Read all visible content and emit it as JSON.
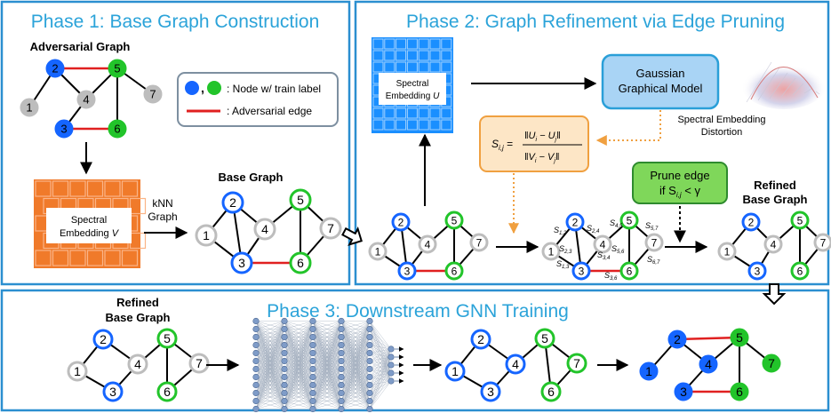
{
  "phase1": {
    "title": "Phase 1: Base Graph Construction",
    "adversarial_graph_label": "Adversarial Graph",
    "legend_node": ": Node w/ train label",
    "legend_comma": ",",
    "legend_edge": ": Adversarial edge",
    "spectral_line1": "Spectral",
    "spectral_line2": "Embedding",
    "spectral_var": "V",
    "knn_line1": "kNN",
    "knn_line2": "Graph",
    "base_graph_label": "Base Graph"
  },
  "phase2": {
    "title": "Phase 2: Graph Refinement via Edge Pruning",
    "spectral_line1": "Spectral",
    "spectral_line2": "Embedding",
    "spectral_var": "U",
    "ggm_line1": "Gaussian",
    "ggm_line2": "Graphical Model",
    "distortion_line1": "Spectral Embedding",
    "distortion_line2": "Distortion",
    "formula_lhs": "S",
    "formula_lhs_sub": "i,j",
    "formula_num": "‖U",
    "formula_num_i": "i",
    "formula_num_mid": " − U",
    "formula_num_j": "j",
    "formula_den": "‖V",
    "formula_den_i": "i",
    "formula_den_mid": " − V",
    "formula_den_j": "j",
    "prune_line1": "Prune edge",
    "prune_line2_pre": "if S",
    "prune_line2_sub": "i,j",
    "prune_line2_post": " < γ",
    "refined_line1": "Refined",
    "refined_line2": "Base Graph",
    "edge_scores": [
      "S1,2",
      "S2,3",
      "S2,4",
      "S4,5",
      "S5,6",
      "S5,7",
      "S1,3",
      "S3,4",
      "S3,6",
      "S6,7"
    ]
  },
  "phase3": {
    "title": "Phase 3: Downstream GNN Training",
    "refined_line1": "Refined",
    "refined_line2": "Base Graph"
  },
  "node_labels": [
    "1",
    "2",
    "3",
    "4",
    "5",
    "6",
    "7"
  ],
  "colors": {
    "frame": "#2b8fd0",
    "title": "#2ba3d9",
    "blue": "#1565ff",
    "green": "#22c42a",
    "gray": "#bdbdbd",
    "red": "#e02020",
    "orange_grid": "#f07a2a",
    "blue_grid": "#1a8fff",
    "ggm_fill": "#a9d4f5",
    "ggm_stroke": "#2a9fd8",
    "formula_fill": "#fde6c6",
    "formula_stroke": "#f0a040",
    "prune_fill": "#7fd75a",
    "prune_stroke": "#2e8b2e",
    "nn_node": "#7f9cc8"
  }
}
